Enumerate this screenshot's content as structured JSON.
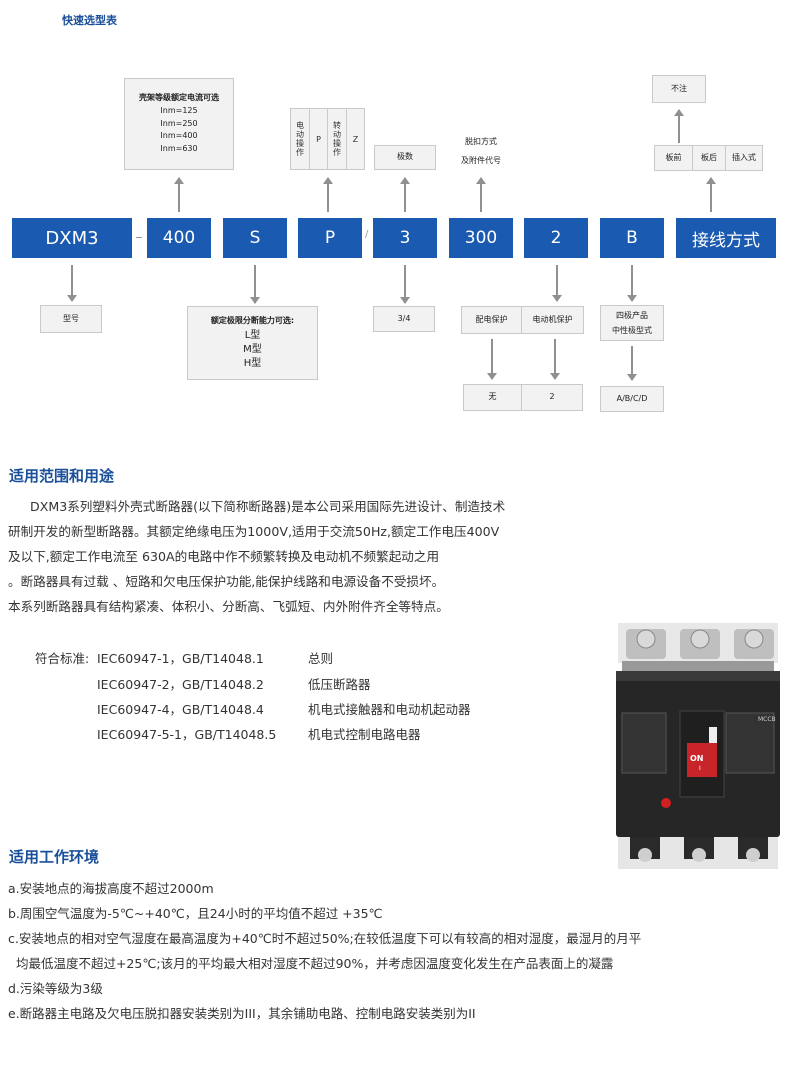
{
  "page_title": "快速选型表",
  "code_boxes": [
    "DXM3",
    "400",
    "S",
    "P",
    "3",
    "300",
    "2",
    "B",
    "接线方式"
  ],
  "separators": {
    "dash": "-",
    "slash": "/"
  },
  "frame_current": {
    "title": "壳架等级额定电流可选",
    "options": [
      "Inm=125",
      "Inm=250",
      "Inm=400",
      "Inm=630"
    ]
  },
  "operation": {
    "motor": [
      "电",
      "动",
      "操",
      "作"
    ],
    "p": "P",
    "rotary": [
      "转",
      "动",
      "操",
      "作"
    ],
    "z": "Z"
  },
  "poles_label": "极数",
  "release_label": [
    "脱扣方式",
    "及附件代号"
  ],
  "no_note": "不注",
  "wiring": [
    "板前",
    "板后",
    "插入式"
  ],
  "model_label": "型号",
  "breaking": {
    "title": "额定极限分断能力可选:",
    "options": [
      "L型",
      "M型",
      "H型"
    ]
  },
  "poles_value": "3/4",
  "protection": [
    "配电保护",
    "电动机保护"
  ],
  "protection_values": [
    "无",
    "2"
  ],
  "product_type": [
    "四极产品",
    "中性极型式"
  ],
  "product_values": "A/B/C/D",
  "section1": {
    "title": "适用范围和用途",
    "paragraph": [
      "DXM3系列塑料外壳式断路器(以下简称断路器)是本公司采用国际先进设计、制造技术",
      "研制开发的新型断路器。其额定绝缘电压为1000V,适用于交流50Hz,额定工作电压400V",
      "及以下,额定工作电流至 630A的电路中作不频繁转换及电动机不频繁起动之用",
      "。断路器具有过载  、短路和欠电压保护功能,能保护线路和电源设备不受损坏。",
      "本系列断路器具有结构紧凑、体积小、分断高、飞弧短、内外附件齐全等特点。"
    ],
    "standards_label": "符合标准:",
    "standards": [
      {
        "code": "IEC60947-1，GB/T14048.1",
        "desc": "总则"
      },
      {
        "code": "IEC60947-2，GB/T14048.2",
        "desc": "低压断路器"
      },
      {
        "code": "IEC60947-4，GB/T14048.4",
        "desc": "机电式接触器和电动机起动器"
      },
      {
        "code": "IEC60947-5-1，GB/T14048.5",
        "desc": "机电式控制电路电器"
      }
    ]
  },
  "breaker_image": {
    "brand": "MCCB",
    "on_label": "ON",
    "on_mark": "I"
  },
  "section2": {
    "title": "适用工作环境",
    "items": [
      "a.安装地点的海拔高度不超过2000m",
      "b.周围空气温度为-5℃~+40℃，且24小时的平均值不超过 +35℃",
      "c.安装地点的相对空气湿度在最高温度为+40℃时不超过50%;在较低温度下可以有较高的相对湿度，最湿月的月平",
      "  均最低温度不超过+25℃;该月的平均最大相对湿度不超过90%，并考虑因温度变化发生在产品表面上的凝露",
      "d.污染等级为3级",
      "e.断路器主电路及欠电压脱扣器安装类别为III，其余铺助电路、控制电路安装类别为II"
    ]
  },
  "colors": {
    "accent": "#1a5ab0",
    "heading": "#1a4f99",
    "label_bg": "#f2f2f2"
  }
}
